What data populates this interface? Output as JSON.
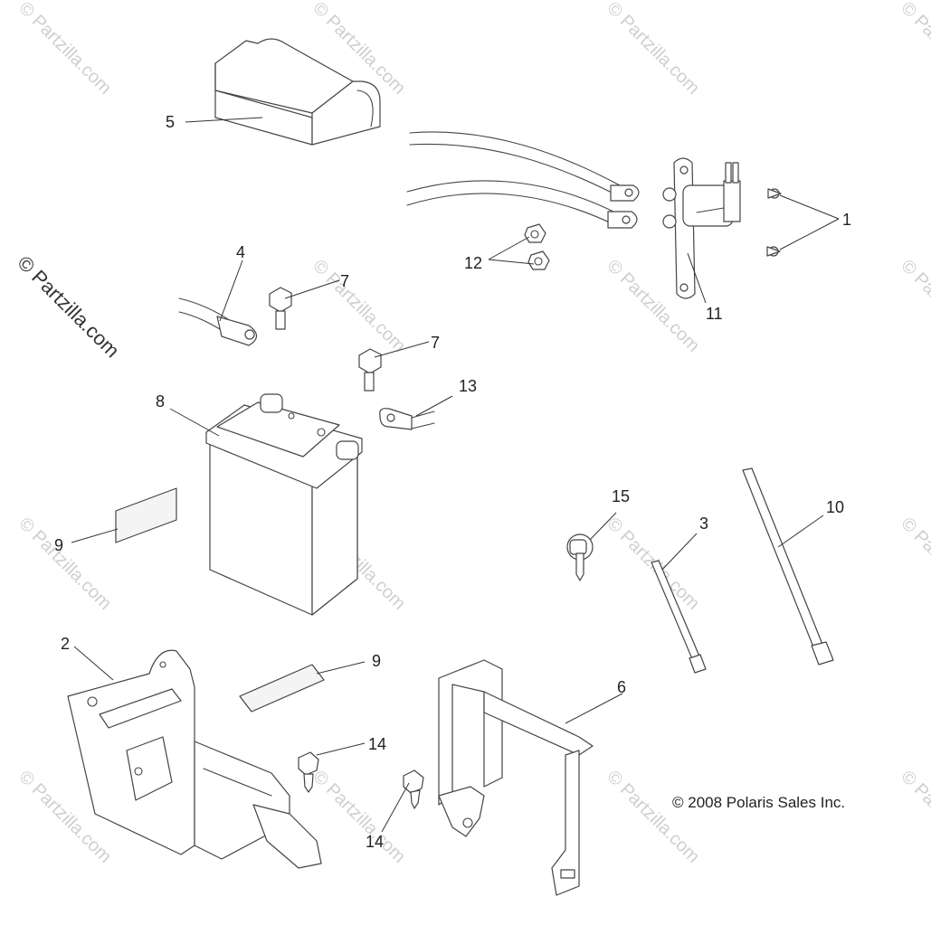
{
  "watermarks": {
    "repeated": "© Partzilla.com",
    "side": "© Partzilla.com"
  },
  "copyright": "© 2008 Polaris Sales Inc.",
  "callouts": {
    "c1": "1",
    "c2": "2",
    "c3": "3",
    "c4": "4",
    "c5": "5",
    "c6": "6",
    "c7a": "7",
    "c7b": "7",
    "c8": "8",
    "c9a": "9",
    "c9b": "9",
    "c10": "10",
    "c11": "11",
    "c12": "12",
    "c13": "13",
    "c14a": "14",
    "c14b": "14",
    "c15": "15"
  }
}
